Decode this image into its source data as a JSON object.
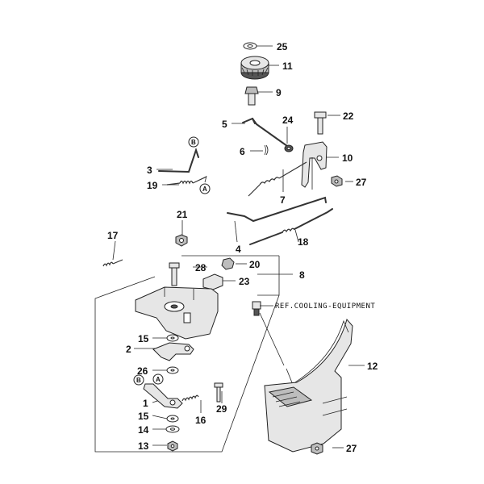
{
  "diagram": {
    "part_labels": {
      "p1": "1",
      "p2": "2",
      "p3": "3",
      "p4": "4",
      "p5": "5",
      "p6": "6",
      "p7": "7",
      "p8": "8",
      "p9": "9",
      "p10": "10",
      "p11": "11",
      "p12": "12",
      "p13": "13",
      "p14": "14",
      "p15a": "15",
      "p15b": "15",
      "p16": "16",
      "p17": "17",
      "p18": "18",
      "p19": "19",
      "p20": "20",
      "p21": "21",
      "p22": "22",
      "p23": "23",
      "p24": "24",
      "p25": "25",
      "p26": "26",
      "p27a": "27",
      "p27b": "27",
      "p28": "28",
      "p29": "29"
    },
    "callouts": {
      "a1": "A",
      "a2": "A",
      "b1": "B",
      "b2": "B"
    },
    "reference_note": "REF.COOLING-EQUIPMENT"
  }
}
